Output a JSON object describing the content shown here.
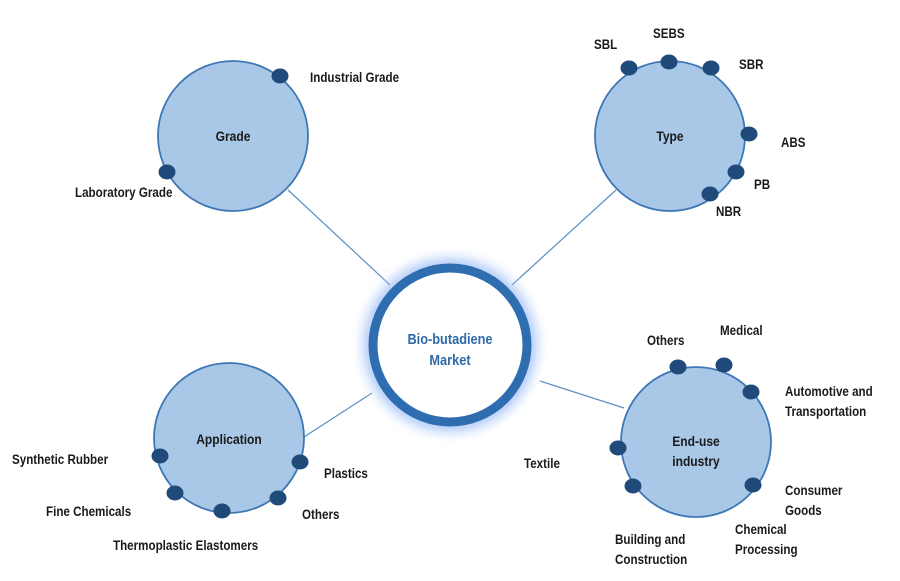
{
  "diagram": {
    "center": {
      "title_line1": "Bio-butadiene",
      "title_line2": "Market"
    },
    "colors": {
      "hub_fill": "#a9c8e7",
      "hub_stroke": "#3d78b5",
      "node_dot": "#1f4a7a",
      "center_ring": "#2e6eb0",
      "center_glow": "#6f9ef2",
      "connector": "#5b8fc4",
      "center_text": "#2e6aa8"
    },
    "hubs": [
      {
        "id": "grade",
        "title": "Grade",
        "items": [
          "Industrial Grade",
          "Laboratory Grade"
        ]
      },
      {
        "id": "type",
        "title": "Type",
        "items": [
          "SBL",
          "SEBS",
          "SBR",
          "ABS",
          "PB",
          "NBR"
        ]
      },
      {
        "id": "application",
        "title": "Application",
        "items": [
          "Synthetic Rubber",
          "Fine Chemicals",
          "Thermoplastic Elastomers",
          "Others",
          "Plastics"
        ]
      },
      {
        "id": "end-use",
        "title_line1": "End-use",
        "title_line2": "industry",
        "items": [
          {
            "line1": "Others"
          },
          {
            "line1": "Medical"
          },
          {
            "line1": "Automotive and",
            "line2": "Transportation"
          },
          {
            "line1": "Consumer",
            "line2": "Goods"
          },
          {
            "line1": "Chemical",
            "line2": "Processing"
          },
          {
            "line1": "Building and",
            "line2": "Construction"
          },
          {
            "line1": "Textile"
          }
        ]
      }
    ]
  }
}
